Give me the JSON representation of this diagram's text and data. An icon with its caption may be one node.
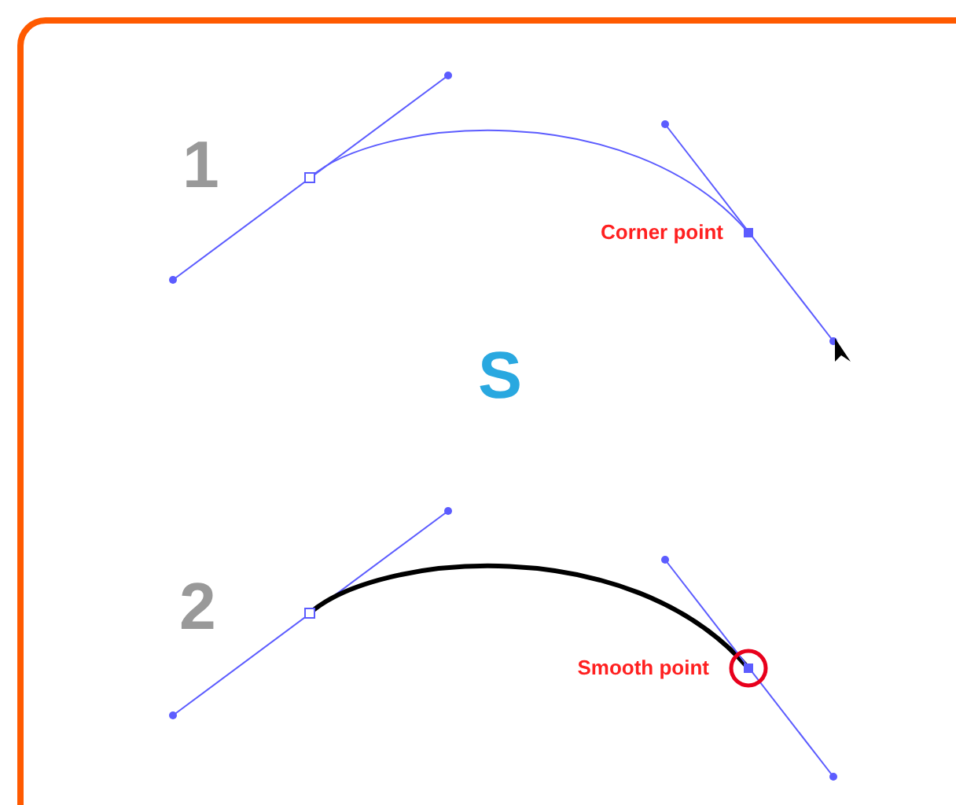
{
  "diagram": {
    "labels": [
      "1",
      "Corner point",
      "S",
      "2",
      "Smooth point"
    ]
  }
}
